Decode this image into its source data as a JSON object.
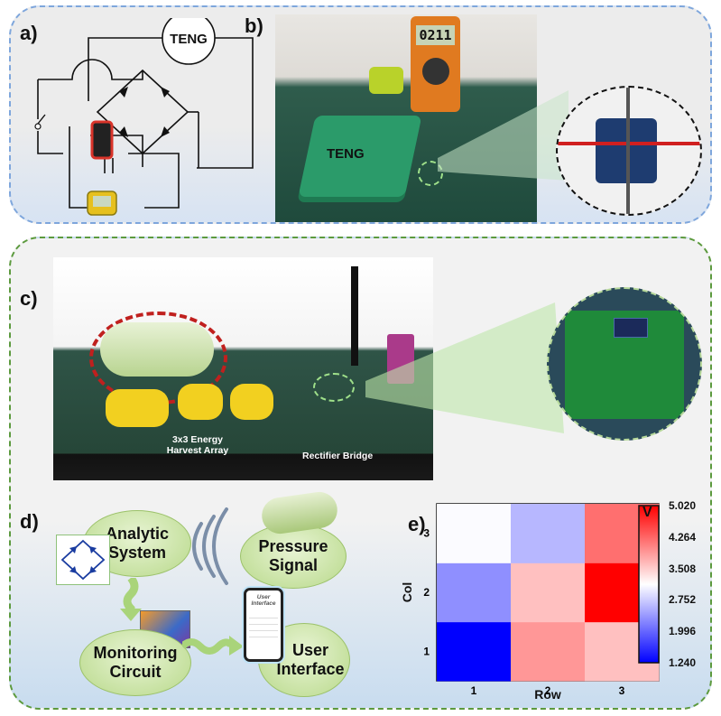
{
  "labels": {
    "a": "a)",
    "b": "b)",
    "c": "c)",
    "d": "d)",
    "e": "e)"
  },
  "panel_a": {
    "teng": "TENG"
  },
  "panel_b": {
    "teng": "TENG",
    "meter": "0211"
  },
  "panel_c": {
    "array": "3x3 Energy\nHarvest Array",
    "array_l1": "3x3 Energy",
    "array_l2": "Harvest Array",
    "bridge": "Rectifier Bridge"
  },
  "panel_d": {
    "analytic": [
      "Analytic",
      "System"
    ],
    "pressure": [
      "Pressure",
      "Signal"
    ],
    "monitoring": [
      "Monitoring",
      "Circuit"
    ],
    "user": [
      "User",
      "Interface"
    ],
    "phone_title": [
      "User",
      "Interface"
    ]
  },
  "chart_data": {
    "type": "heatmap",
    "x": [
      1,
      2,
      3
    ],
    "y": [
      1,
      2,
      3
    ],
    "xlabel": "Row",
    "ylabel": "Col",
    "colorbar_label": "V",
    "colorbar_ticks": [
      "5.020",
      "4.264",
      "3.508",
      "2.752",
      "1.996",
      "1.240"
    ],
    "vmin": 1.24,
    "vmax": 5.02,
    "values": [
      [
        1.24,
        3.9,
        3.6
      ],
      [
        2.3,
        3.6,
        5.02
      ],
      [
        3.1,
        2.6,
        4.2
      ]
    ],
    "colors": {
      "low": "#0000ff",
      "mid": "#ffffff",
      "high": "#ff0000"
    }
  }
}
